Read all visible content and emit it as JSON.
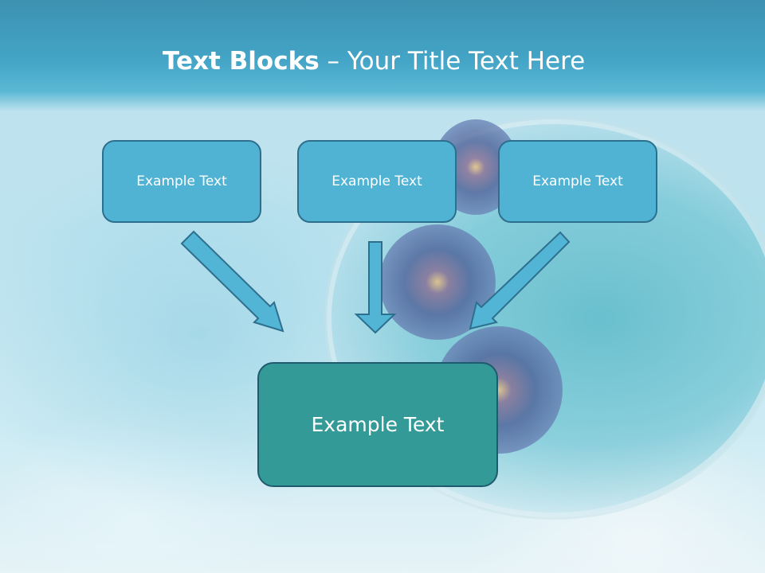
{
  "title": {
    "bold": "Text Blocks",
    "rest": " – Your Title Text Here"
  },
  "blocks": {
    "top_left": "Example Text",
    "top_center": "Example Text",
    "top_right": "Example Text",
    "bottom": "Example Text"
  },
  "colors": {
    "title_band": "#44a5c7",
    "small_box_fill": "#50b3d4",
    "big_box_fill": "#349a98",
    "box_border": "#2e6f8e",
    "arrow_fill": "#52b5d6"
  }
}
